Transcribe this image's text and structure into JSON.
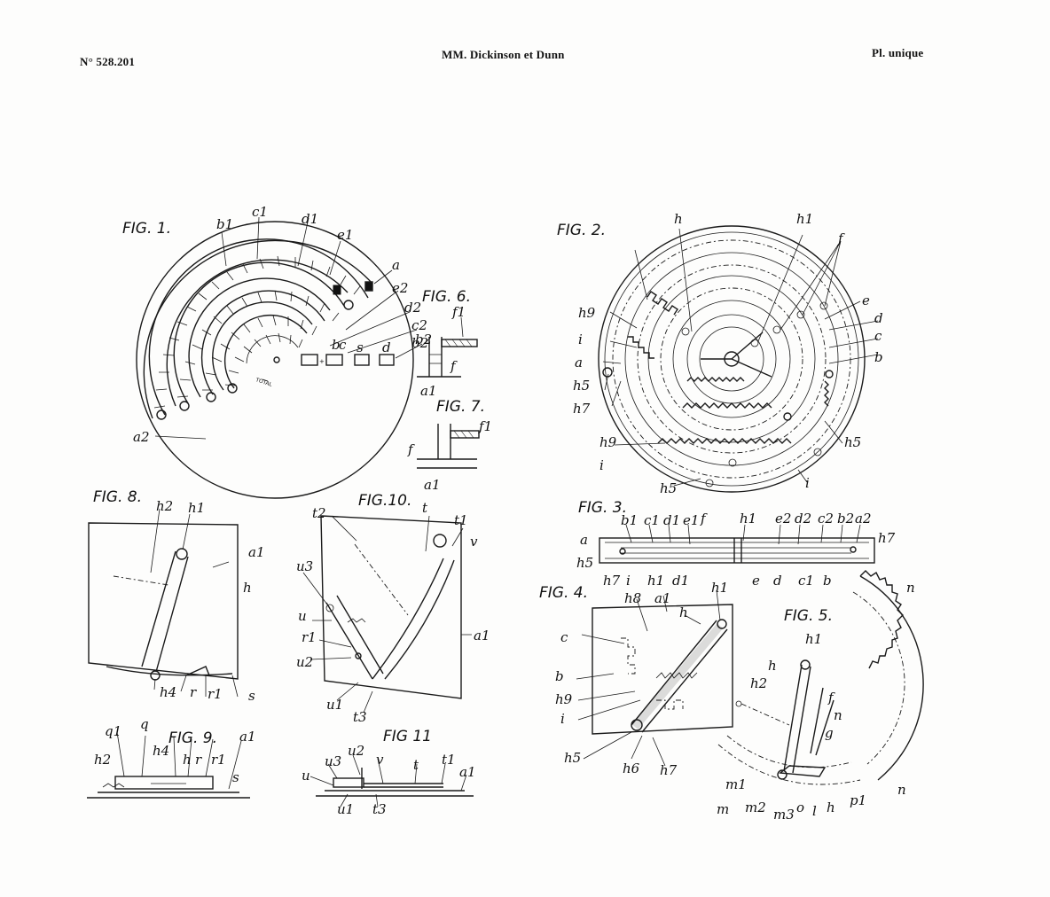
{
  "header": {
    "patent_number": "N° 528.201",
    "inventors": "MM. Dickinson et Dunn",
    "plate": "Pl. unique"
  },
  "figures": {
    "fig1": {
      "title": "FIG. 1.",
      "refs": [
        "b1",
        "c1",
        "d1",
        "e1",
        "a",
        "e2",
        "d2",
        "c2",
        "b2",
        "a2"
      ],
      "total_label": "TOTAL",
      "boxes": [
        "b",
        "c",
        "s",
        "d"
      ]
    },
    "fig2": {
      "title": "FIG. 2.",
      "refs": [
        "h",
        "h1",
        "f",
        "h9",
        "i",
        "a",
        "h5",
        "h7",
        "e",
        "d",
        "c",
        "b",
        "h9",
        "i",
        "h5",
        "f",
        "h5",
        "i"
      ]
    },
    "fig3": {
      "title": "FIG. 3.",
      "refs_top": [
        "b1",
        "c1",
        "d1",
        "e1",
        "h1",
        "e2",
        "d2",
        "c2",
        "b2",
        "a2"
      ],
      "refs_bottom": [
        "h7",
        "i",
        "h1",
        "d1",
        "e",
        "d",
        "c1",
        "b"
      ],
      "refs_side": [
        "a",
        "h5",
        "h7"
      ]
    },
    "fig4": {
      "title": "FIG. 4.",
      "refs": [
        "h8",
        "a1",
        "h1",
        "h",
        "c",
        "b",
        "h9",
        "i",
        "h5",
        "h6",
        "h7"
      ]
    },
    "fig5": {
      "title": "FIG. 5.",
      "refs": [
        "h1",
        "h",
        "h2",
        "f",
        "g",
        "n",
        "n",
        "m1",
        "m",
        "m2",
        "m3",
        "o",
        "l",
        "h",
        "p1",
        "n"
      ]
    },
    "fig6": {
      "title": "FIG. 6.",
      "refs": [
        "f1",
        "b2",
        "f",
        "a1"
      ]
    },
    "fig7": {
      "title": "FIG. 7.",
      "refs": [
        "f1",
        "f",
        "a1"
      ]
    },
    "fig8": {
      "title": "FIG. 8.",
      "refs": [
        "h2",
        "h1",
        "a1",
        "h",
        "h4",
        "r",
        "r1",
        "s"
      ]
    },
    "fig9": {
      "title": "FIG. 9.",
      "refs": [
        "q1",
        "h2",
        "q",
        "h4",
        "h",
        "r",
        "r1",
        "a1",
        "s"
      ]
    },
    "fig10": {
      "title": "FIG.10.",
      "refs": [
        "t2",
        "t",
        "t1",
        "v",
        "u3",
        "u",
        "r1",
        "u2",
        "u1",
        "t3",
        "a1"
      ]
    },
    "fig11": {
      "title": "FIG 11",
      "refs": [
        "u3",
        "u2",
        "v",
        "t",
        "t1",
        "a1",
        "u",
        "u1",
        "t3"
      ]
    }
  }
}
